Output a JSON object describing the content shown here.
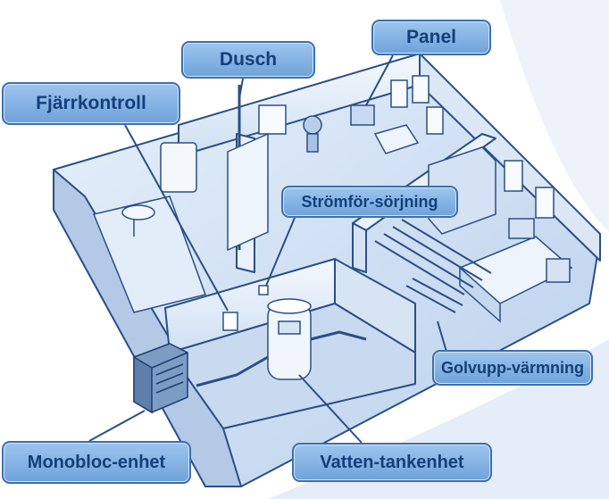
{
  "labels": {
    "panel": "Panel",
    "dusch": "Dusch",
    "fjarrkontroll": "Fjärrkontroll",
    "stromforsorjning": "Strömför-sörjning",
    "golvuppvarmning": "Golvupp-värmning",
    "vattentankenhet": "Vatten-tankenhet",
    "monobloc": "Monobloc-enhet"
  },
  "colors": {
    "label_fill": "#7fb0e2",
    "label_border": "#3d6fae",
    "label_text": "#143f7a",
    "house_line": "#2a4f86",
    "house_fill": "#dce9f7"
  }
}
